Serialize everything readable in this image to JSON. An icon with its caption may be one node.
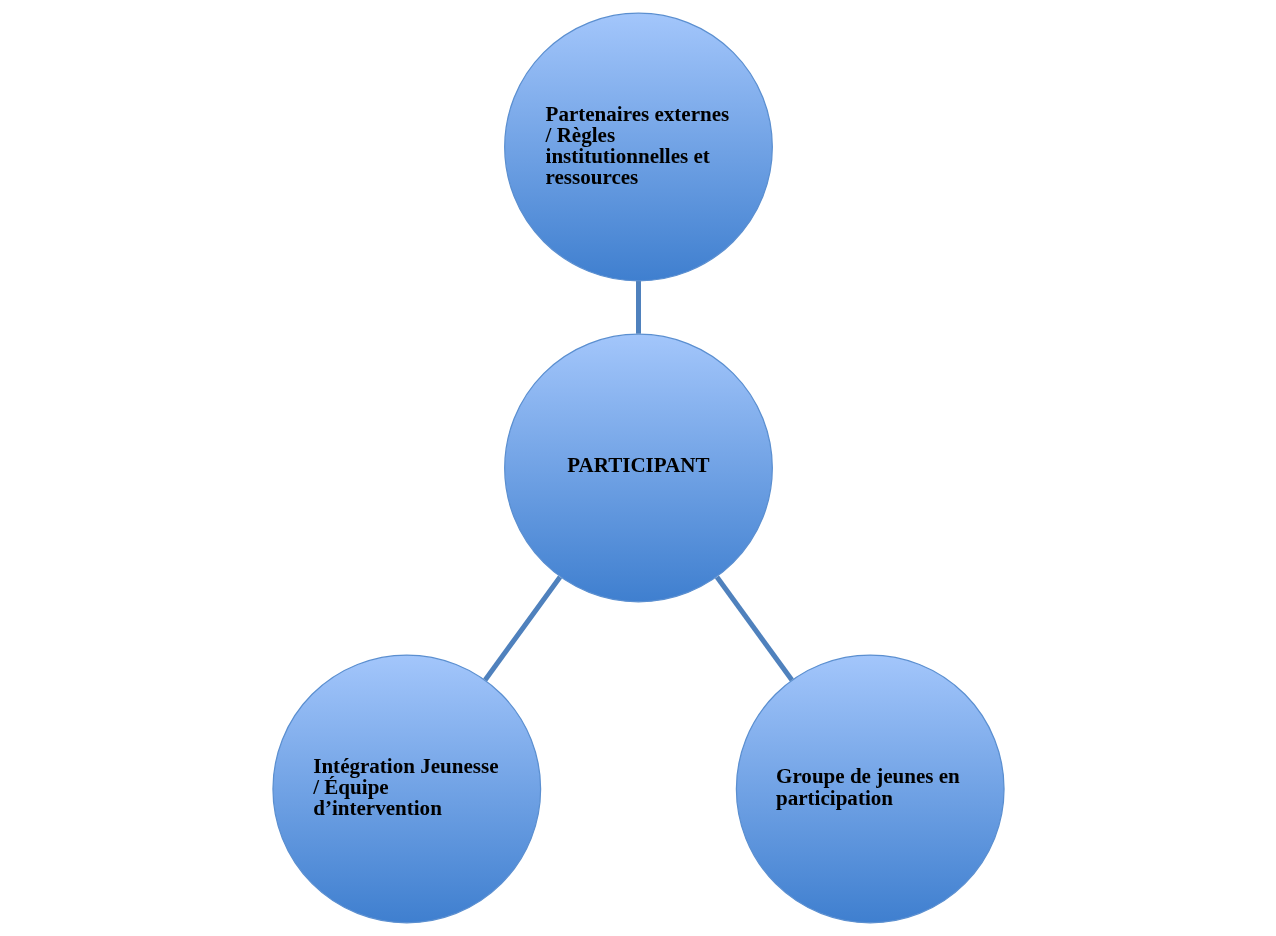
{
  "diagram": {
    "nodes": [
      {
        "text": [
          "Partenaires externes / Règles institutionnelles et ressources"
        ]
      },
      {
        "text": [
          "PARTICIPANT"
        ]
      },
      {
        "text": [
          "Intégration Jeunesse / Équipe d’intervention"
        ]
      },
      {
        "text": [
          "Groupe de jeunes en participation"
        ]
      }
    ],
    "edges": [
      {
        "from": 0,
        "to": 1,
        "arrow": "none"
      },
      {
        "from": 1,
        "to": 2,
        "arrow": "none"
      },
      {
        "from": 1,
        "to": 3,
        "arrow": "none"
      }
    ]
  }
}
